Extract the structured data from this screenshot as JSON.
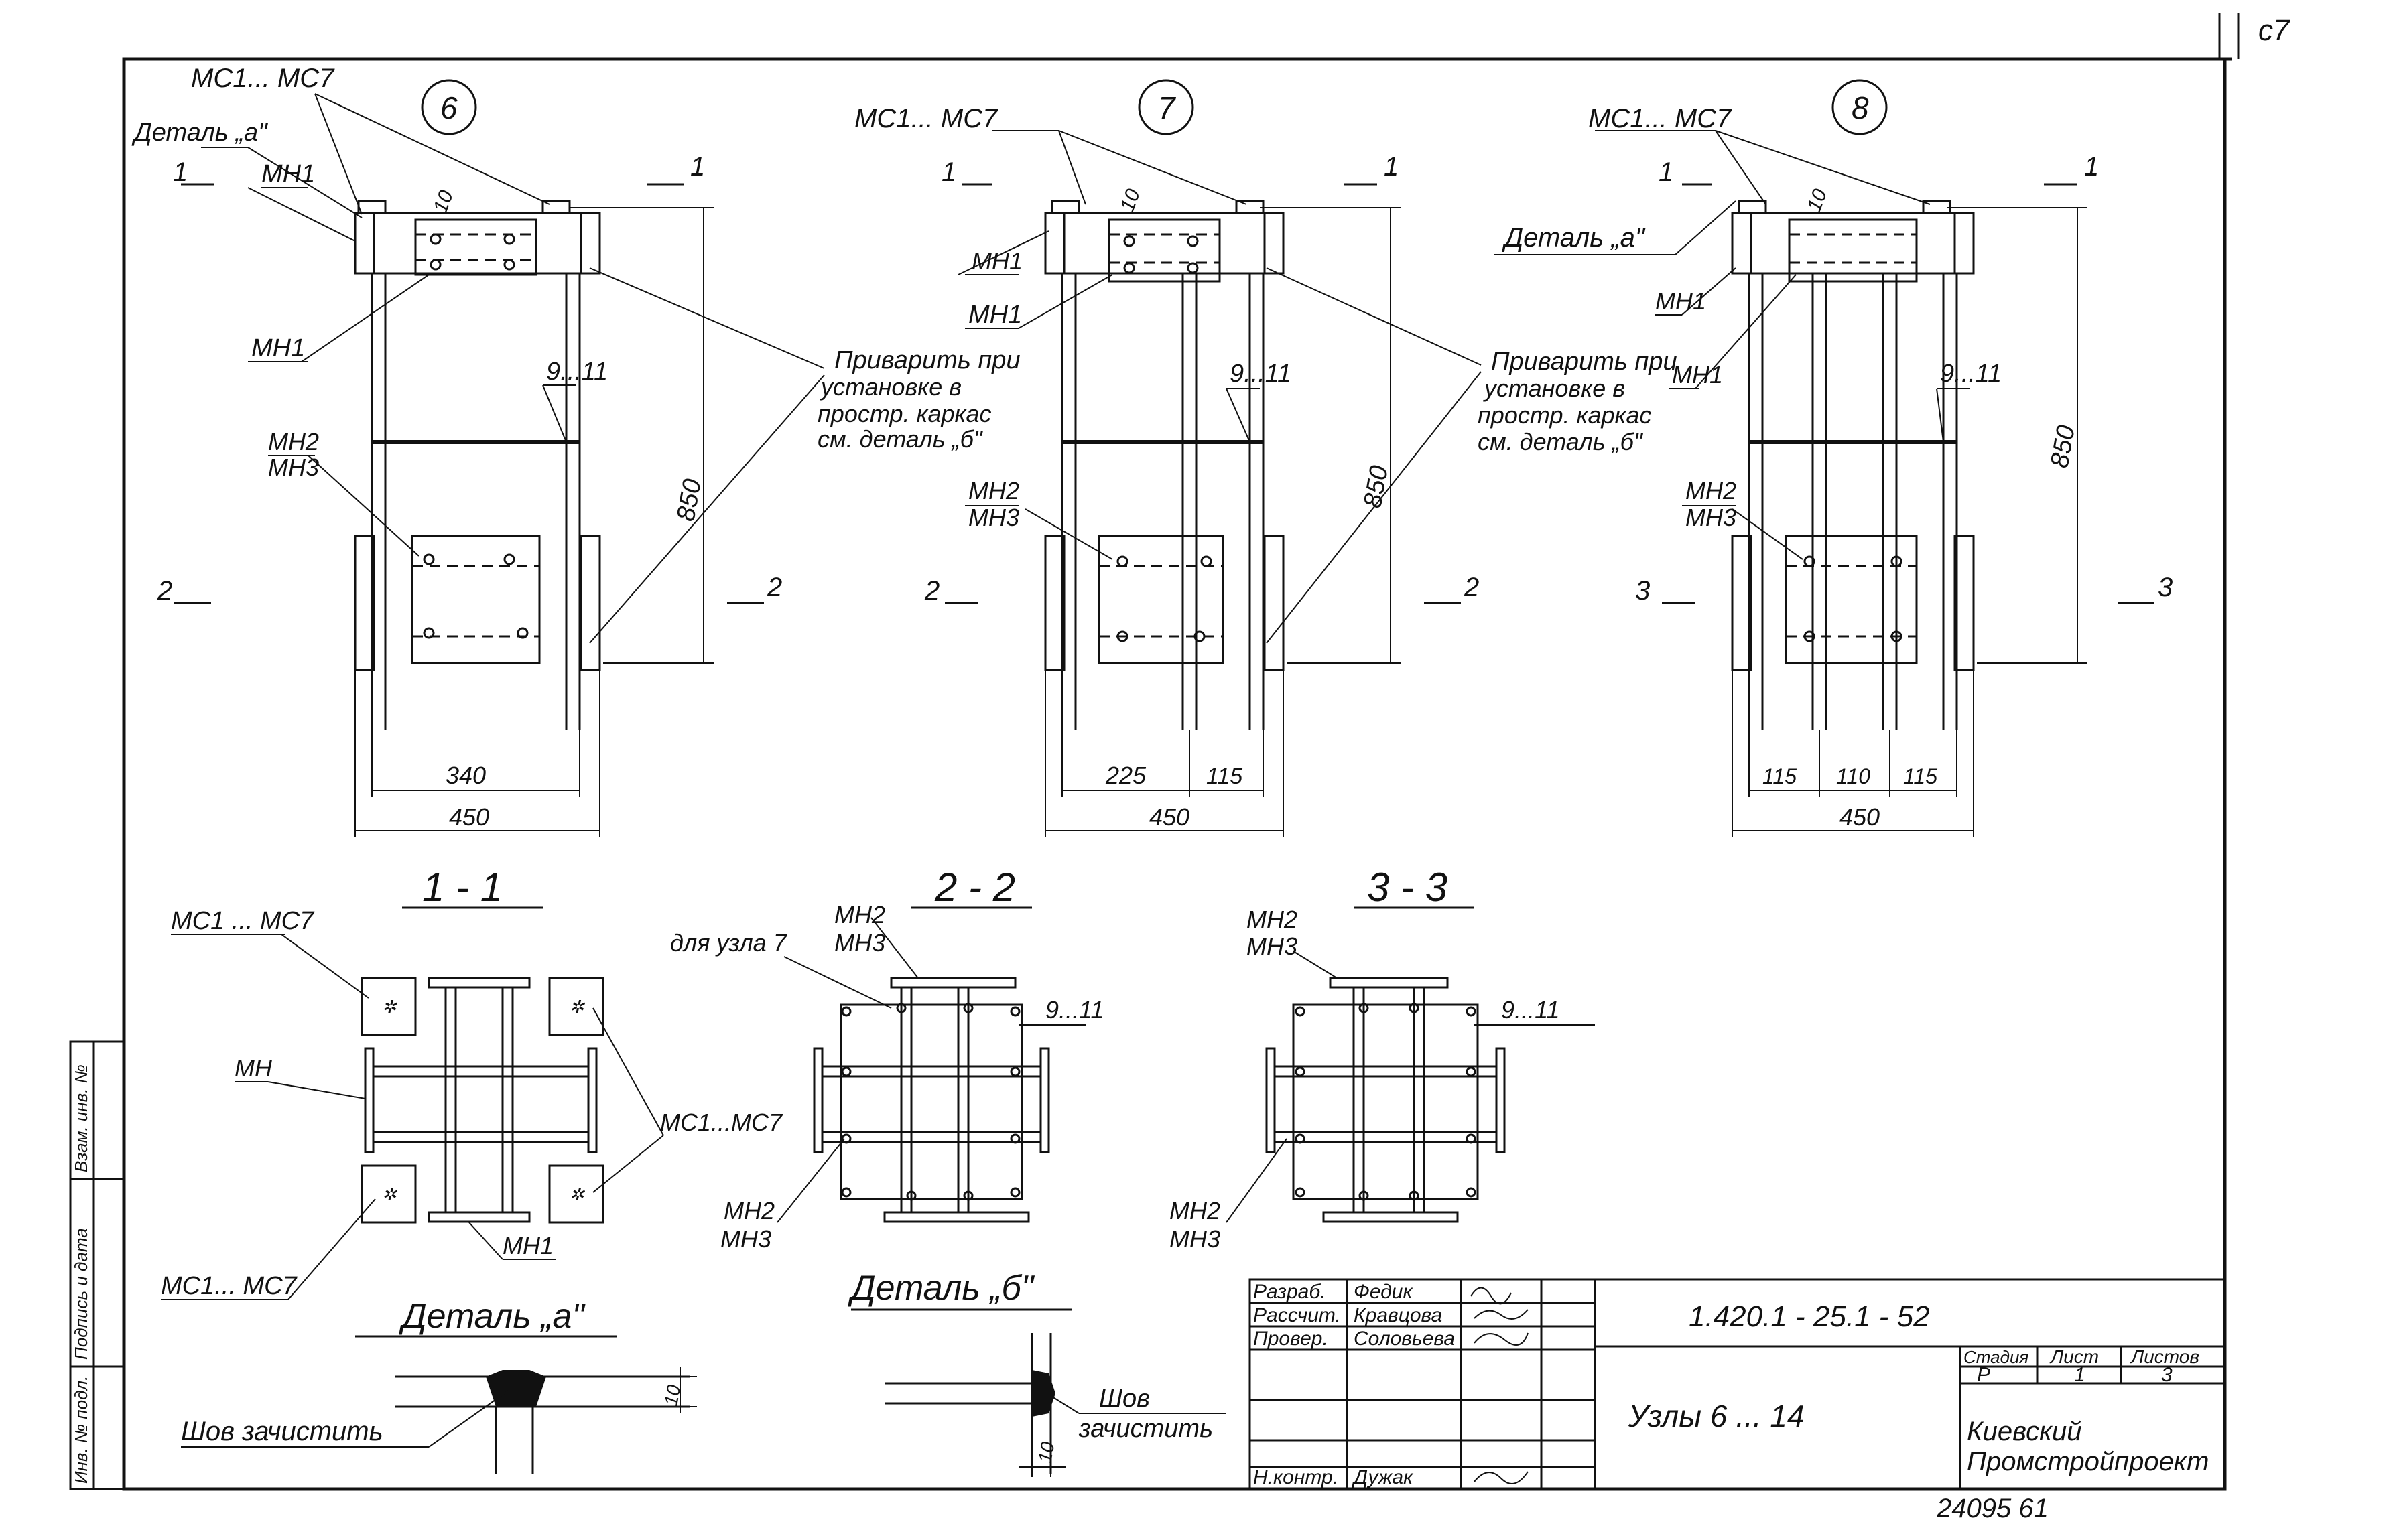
{
  "sheet_marks": {
    "corner_note": "с7"
  },
  "nodes": [
    {
      "number": "6",
      "labels": {
        "mc": "МС1... МС7",
        "detail": "Деталь „а\"",
        "mn1_a": "МН1",
        "mn1_b": "МН1",
        "rebar": "9...11",
        "mn2": "МН2",
        "mn3": "МН3"
      },
      "dims": {
        "d10": "10",
        "h850": "850",
        "w340": "340",
        "w450": "450"
      },
      "cuts": {
        "top_left": "1",
        "top_right": "1",
        "bot_left": "2",
        "bot_right": "2"
      }
    },
    {
      "number": "7",
      "labels": {
        "mc": "МС1... МС7",
        "mn1_a": "МН1",
        "mn1_b": "МН1",
        "rebar": "9...11",
        "mn2": "МН2",
        "mn3": "МН3"
      },
      "dims": {
        "d10": "10",
        "h850": "850",
        "w225": "225",
        "w115": "115",
        "w450": "450"
      },
      "cuts": {
        "top_left": "1",
        "top_right": "1",
        "bot_left": "2",
        "bot_right": "2"
      }
    },
    {
      "number": "8",
      "labels": {
        "mc": "МС1... МС7",
        "detail": "Деталь „а\"",
        "mn1_a": "МН1",
        "mn1_b": "МН1",
        "rebar": "9...11",
        "mn2": "МН2",
        "mn3": "МН3"
      },
      "dims": {
        "d10": "10",
        "h850": "850",
        "w115a": "115",
        "w110": "110",
        "w115b": "115",
        "w450": "450"
      },
      "cuts": {
        "top_left": "1",
        "top_right": "1",
        "bot_left": "3",
        "bot_right": "3"
      }
    }
  ],
  "weld_note": {
    "l1": "Приварить при",
    "l2": "установке в",
    "l3": "простр. каркас",
    "l4": "см. деталь „б\""
  },
  "sections": {
    "s11": {
      "title": "1 - 1",
      "mc_top": "МС1 ... МС7",
      "mn_left": "МН",
      "mc_right": "МС1...МС7",
      "mn1_bottom": "МН1",
      "mc_bottom": "МС1... МС7"
    },
    "s22": {
      "title": "2 - 2",
      "note": "для узла 7",
      "mn2_top": "МН2",
      "mn3_top": "МН3",
      "rebar": "9...11",
      "mn2_bot": "МН2",
      "mn3_bot": "МН3"
    },
    "s33": {
      "title": "3 - 3",
      "mn2_top": "МН2",
      "mn3_top": "МН3",
      "rebar": "9...11",
      "mn2_bot": "МН2",
      "mn3_bot": "МН3"
    }
  },
  "details": {
    "a": {
      "title": "Деталь „а\"",
      "note": "Шов зачистить",
      "dim": "10"
    },
    "b": {
      "title": "Деталь „б\"",
      "note1": "Шов",
      "note2": "зачистить",
      "dim": "10"
    }
  },
  "side_stamp": {
    "c1": "Инв. № подл.",
    "c2": "Подпись и дата",
    "c3": "Взам. инв. №"
  },
  "title_block": {
    "rows": [
      {
        "role": "Разраб.",
        "name": "Федик"
      },
      {
        "role": "Рассчит.",
        "name": "Кравцова"
      },
      {
        "role": "Провер.",
        "name": "Соловьева"
      },
      {
        "role": "",
        "name": ""
      },
      {
        "role": "",
        "name": ""
      },
      {
        "role": "Н.контр.",
        "name": "Дужак"
      }
    ],
    "code": "1.420.1 - 25.1 - 52",
    "sheet_title": "Узлы  6 ... 14",
    "stage_h": "Стадия",
    "sheet_h": "Лист",
    "sheets_h": "Листов",
    "stage": "Р",
    "sheet": "1",
    "sheets": "3",
    "org1": "Киевский",
    "org2": "Промстройпроект",
    "archive": "24095  61"
  }
}
